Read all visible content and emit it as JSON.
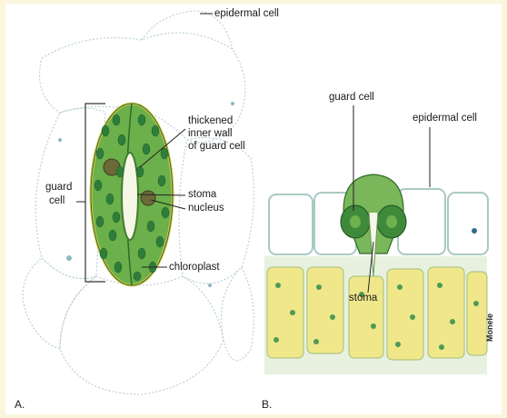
{
  "panel_a": {
    "letter": "A.",
    "labels": {
      "epidermal_cell": "epidermal cell",
      "guard_cell_1": "guard",
      "guard_cell_2": "cell",
      "thickened_1": "thickened",
      "thickened_2": "inner wall",
      "thickened_3": "of guard cell",
      "stoma": "stoma",
      "nucleus": "nucleus",
      "chloroplast": "chloroplast"
    }
  },
  "panel_b": {
    "letter": "B.",
    "labels": {
      "guard_cell": "guard cell",
      "epidermal_cell": "epidermal cell",
      "stoma": "stoma"
    },
    "signature": "Monele"
  },
  "colors": {
    "background": "#fbf6dc",
    "guard_cell_green": "#4f9a3a",
    "chloroplast": "#2e7d3a",
    "epidermis_outline": "#b9cfd6",
    "mesophyll_yellow": "#f2e98a"
  }
}
